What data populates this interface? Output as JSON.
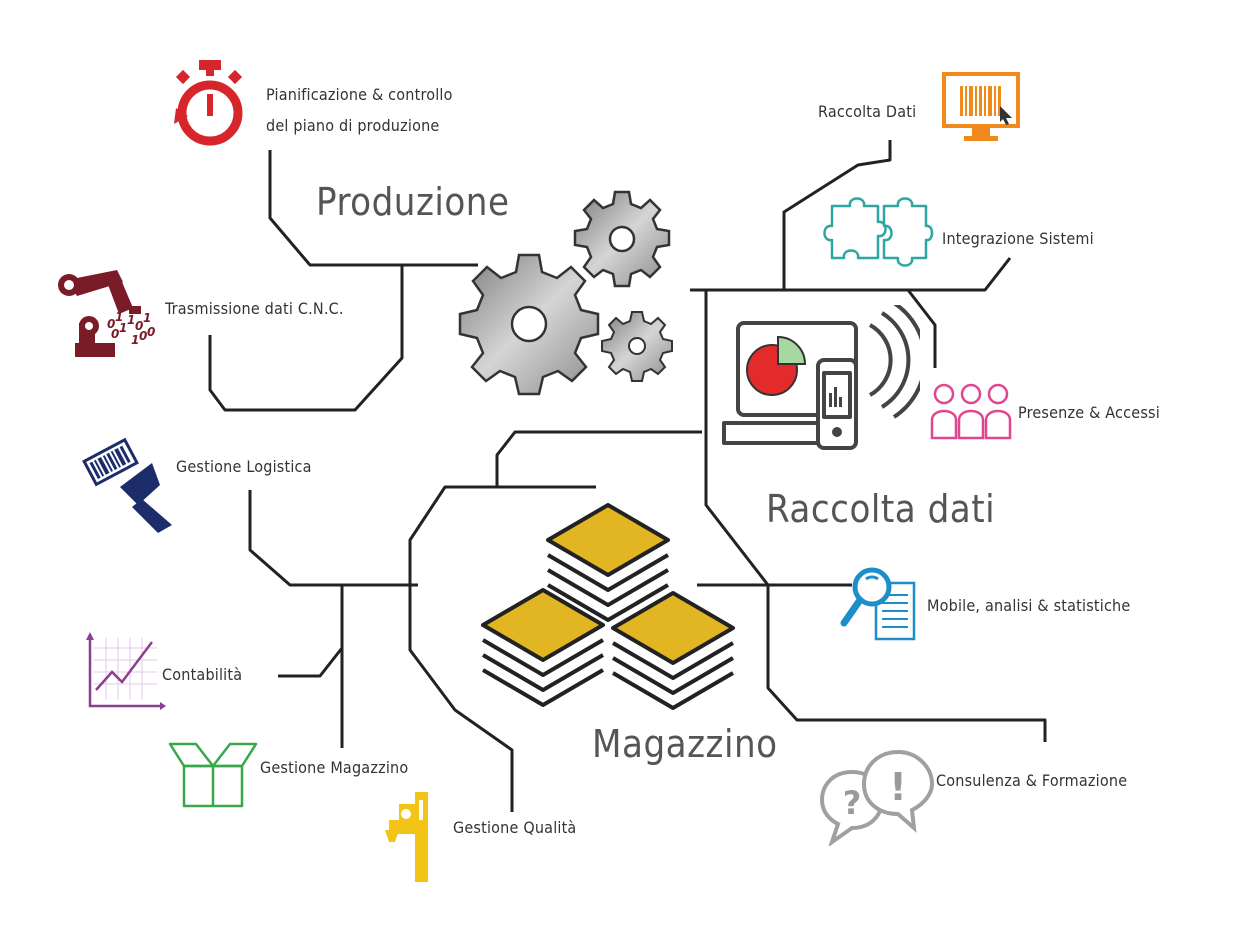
{
  "hubs": {
    "produzione": "Produzione",
    "raccolta": "Raccolta dati",
    "magazzino": "Magazzino"
  },
  "items": {
    "pianificazione": [
      "Pianificazione & controllo",
      "del piano di produzione"
    ],
    "cnc": "Trasmissione dati C.N.C.",
    "logistica": "Gestione Logistica",
    "contabilita": "Contabilità",
    "gest_magazzino": "Gestione Magazzino",
    "qualita": "Gestione Qualità",
    "raccolta_dati": "Raccolta Dati",
    "integrazione": "Integrazione Sistemi",
    "presenze": "Presenze & Accessi",
    "mobile": "Mobile, analisi & statistiche",
    "consulenza": "Consulenza & Formazione"
  },
  "icon_labels": {
    "binary": [
      "0",
      "1",
      "0",
      "1",
      "1",
      "0",
      "1",
      "1",
      "0",
      "0"
    ],
    "question": "?",
    "exclaim": "!"
  },
  "colors": {
    "line": "#222222",
    "red": "#d7262b",
    "maroon": "#7a1b28",
    "navy": "#1d2c6b",
    "purple": "#8a3f8f",
    "green": "#3aa84a",
    "yellow": "#f2c416",
    "orange": "#f08a1c",
    "teal": "#2ea6a2",
    "pink": "#e0468f",
    "blue": "#1e8ec9",
    "grey": "#9a9a9a",
    "gold": "#e2b523"
  }
}
